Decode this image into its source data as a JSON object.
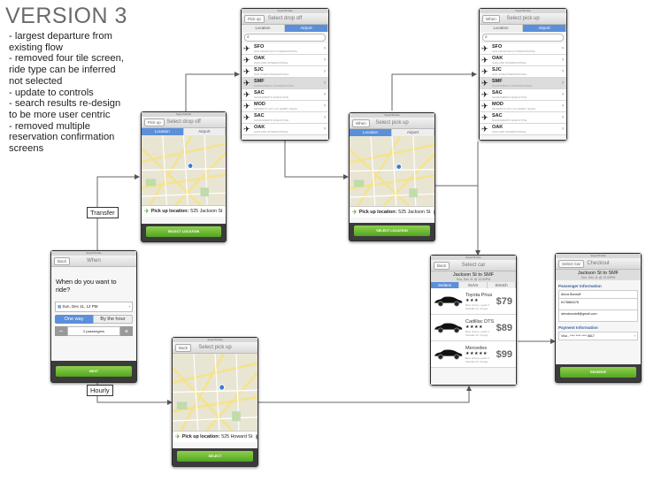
{
  "header": {
    "title": "VERSION 3",
    "notes": [
      "- largest departure from\n  existing flow",
      "- removed four tile screen,\n  ride type can be inferred\n  not selected",
      "- update to controls",
      "- search results re-design\n  to be more user centric",
      "- removed multiple\n  reservation confirmation\n  screens"
    ]
  },
  "connectors": {
    "transfer": "Transfer",
    "hourly": "Hourly"
  },
  "status_text": "SuperShuttle",
  "when_screen": {
    "back": "Back",
    "title": "When",
    "question": "When do you want to ride?",
    "date": "Sun, Dec 11,  12 PM",
    "tab_one_way": "One way",
    "tab_by_hour": "By the hour",
    "minus": "−",
    "plus": "+",
    "passengers": "2 passengers",
    "next": "NEXT"
  },
  "dropoff_screen": {
    "back": "Pick up",
    "title": "Select drop off",
    "tab_location": "Location",
    "tab_airport": "Airport",
    "pickup_label": "Pick up location:",
    "pickup_value": "525 Jackson St",
    "button": "SELECT LOCATION"
  },
  "dropoff_airport_screen": {
    "back": "Pick up",
    "title": "Select drop off",
    "tab_location": "Location",
    "tab_airport": "Airport"
  },
  "pickup_screen": {
    "back": "When",
    "title": "Select pick up",
    "tab_location": "Location",
    "tab_airport": "Airport",
    "pickup_label": "Pick up location:",
    "pickup_value": "525 Jackson St",
    "button": "SELECT LOCATION"
  },
  "pickup_airport_screen": {
    "back": "When",
    "title": "Select pick up",
    "tab_location": "Location",
    "tab_airport": "Airport"
  },
  "airports": [
    {
      "code": "SFO",
      "name": "SAN FRANCISCO INTERNATIONAL",
      "selected": false
    },
    {
      "code": "OAK",
      "name": "OAKLAND INTERNATIONAL",
      "selected": false
    },
    {
      "code": "SJC",
      "name": "SAN JOSE INTERNATIONAL",
      "selected": false
    },
    {
      "code": "SMF",
      "name": "SACRAMENTO INTERNATIONAL",
      "selected": true
    },
    {
      "code": "SAC",
      "name": "SACRAMENTO EXECUTIVE",
      "selected": false
    },
    {
      "code": "MOD",
      "name": "MODESTO CITY-CO HARRY SHAM",
      "selected": false
    },
    {
      "code": "SAC",
      "name": "SACRAMENTO EXECUTIVE",
      "selected": false
    },
    {
      "code": "OAK",
      "name": "OAKLAND INTERNATIONAL",
      "selected": false
    }
  ],
  "hourly_screen": {
    "back": "Back",
    "title": "Select pick up",
    "pickup_label": "Pick up location:",
    "pickup_value": "525 Howard St",
    "button": "SELECT"
  },
  "car_screen": {
    "back": "Back",
    "title": "Select car",
    "route": "Jackson St to SMF",
    "date": "Sun, Dec 11 @ 12:00PM",
    "tabs": [
      "Sedans",
      "SUVs",
      "Stretch"
    ],
    "cars": [
      {
        "name": "Toyota Prius",
        "stars": "★★★",
        "price": "$79",
        "sub": "Best choice, seats 3\nSuitable for 3 bags"
      },
      {
        "name": "Cadillac DTS",
        "stars": "★★★★",
        "price": "$89",
        "sub": "Best choice, seats 3\nSuitable for 3 bags"
      },
      {
        "name": "Mercedes",
        "stars": "★★★★★",
        "price": "$99",
        "sub": "Best choice, seats 3\nSuitable for 3 bags"
      }
    ]
  },
  "checkout_screen": {
    "back": "Select Car",
    "title": "Checkout",
    "route": "Jackson St to SMF",
    "date": "Sun, Dec 11 @ 12:00PM",
    "passenger_header": "Passenger Information",
    "name": "Alexa Bondoff",
    "phone": "6178884478",
    "email": "alexabondoff@gmail.com",
    "payment_header": "Payment Information",
    "card": "Visa - **** **** **** 8817",
    "button": "RESERVE"
  },
  "colors": {
    "green": "#6bbd35",
    "blue": "#5b8fd9"
  }
}
